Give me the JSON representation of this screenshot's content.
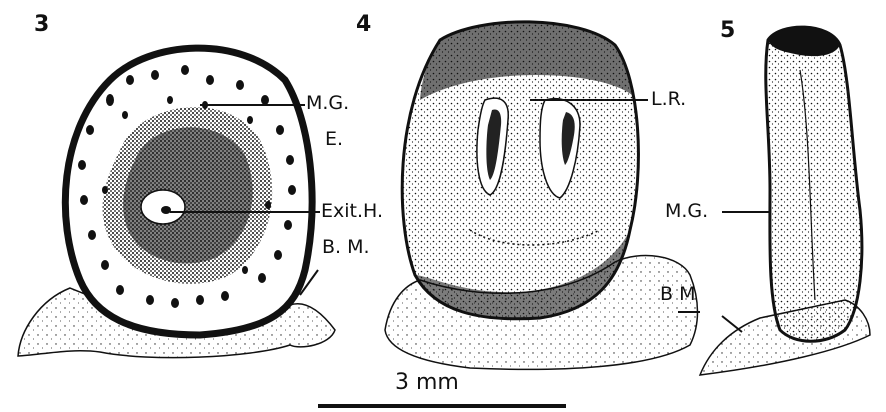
{
  "figures": [
    {
      "number": "3"
    },
    {
      "number": "4"
    },
    {
      "number": "5"
    }
  ],
  "labels": {
    "fig3_mg": "M.G.",
    "fig3_e": "E.",
    "fig3_exit": "Exit.H.",
    "fig3_bm": "B. M.",
    "fig4_lr": "L.R.",
    "fig4_bm": "B M",
    "fig5_mg": "M.G."
  },
  "scale_bar": {
    "label": "3 mm"
  },
  "colors": {
    "ink": "#111111",
    "paper": "#ffffff"
  }
}
